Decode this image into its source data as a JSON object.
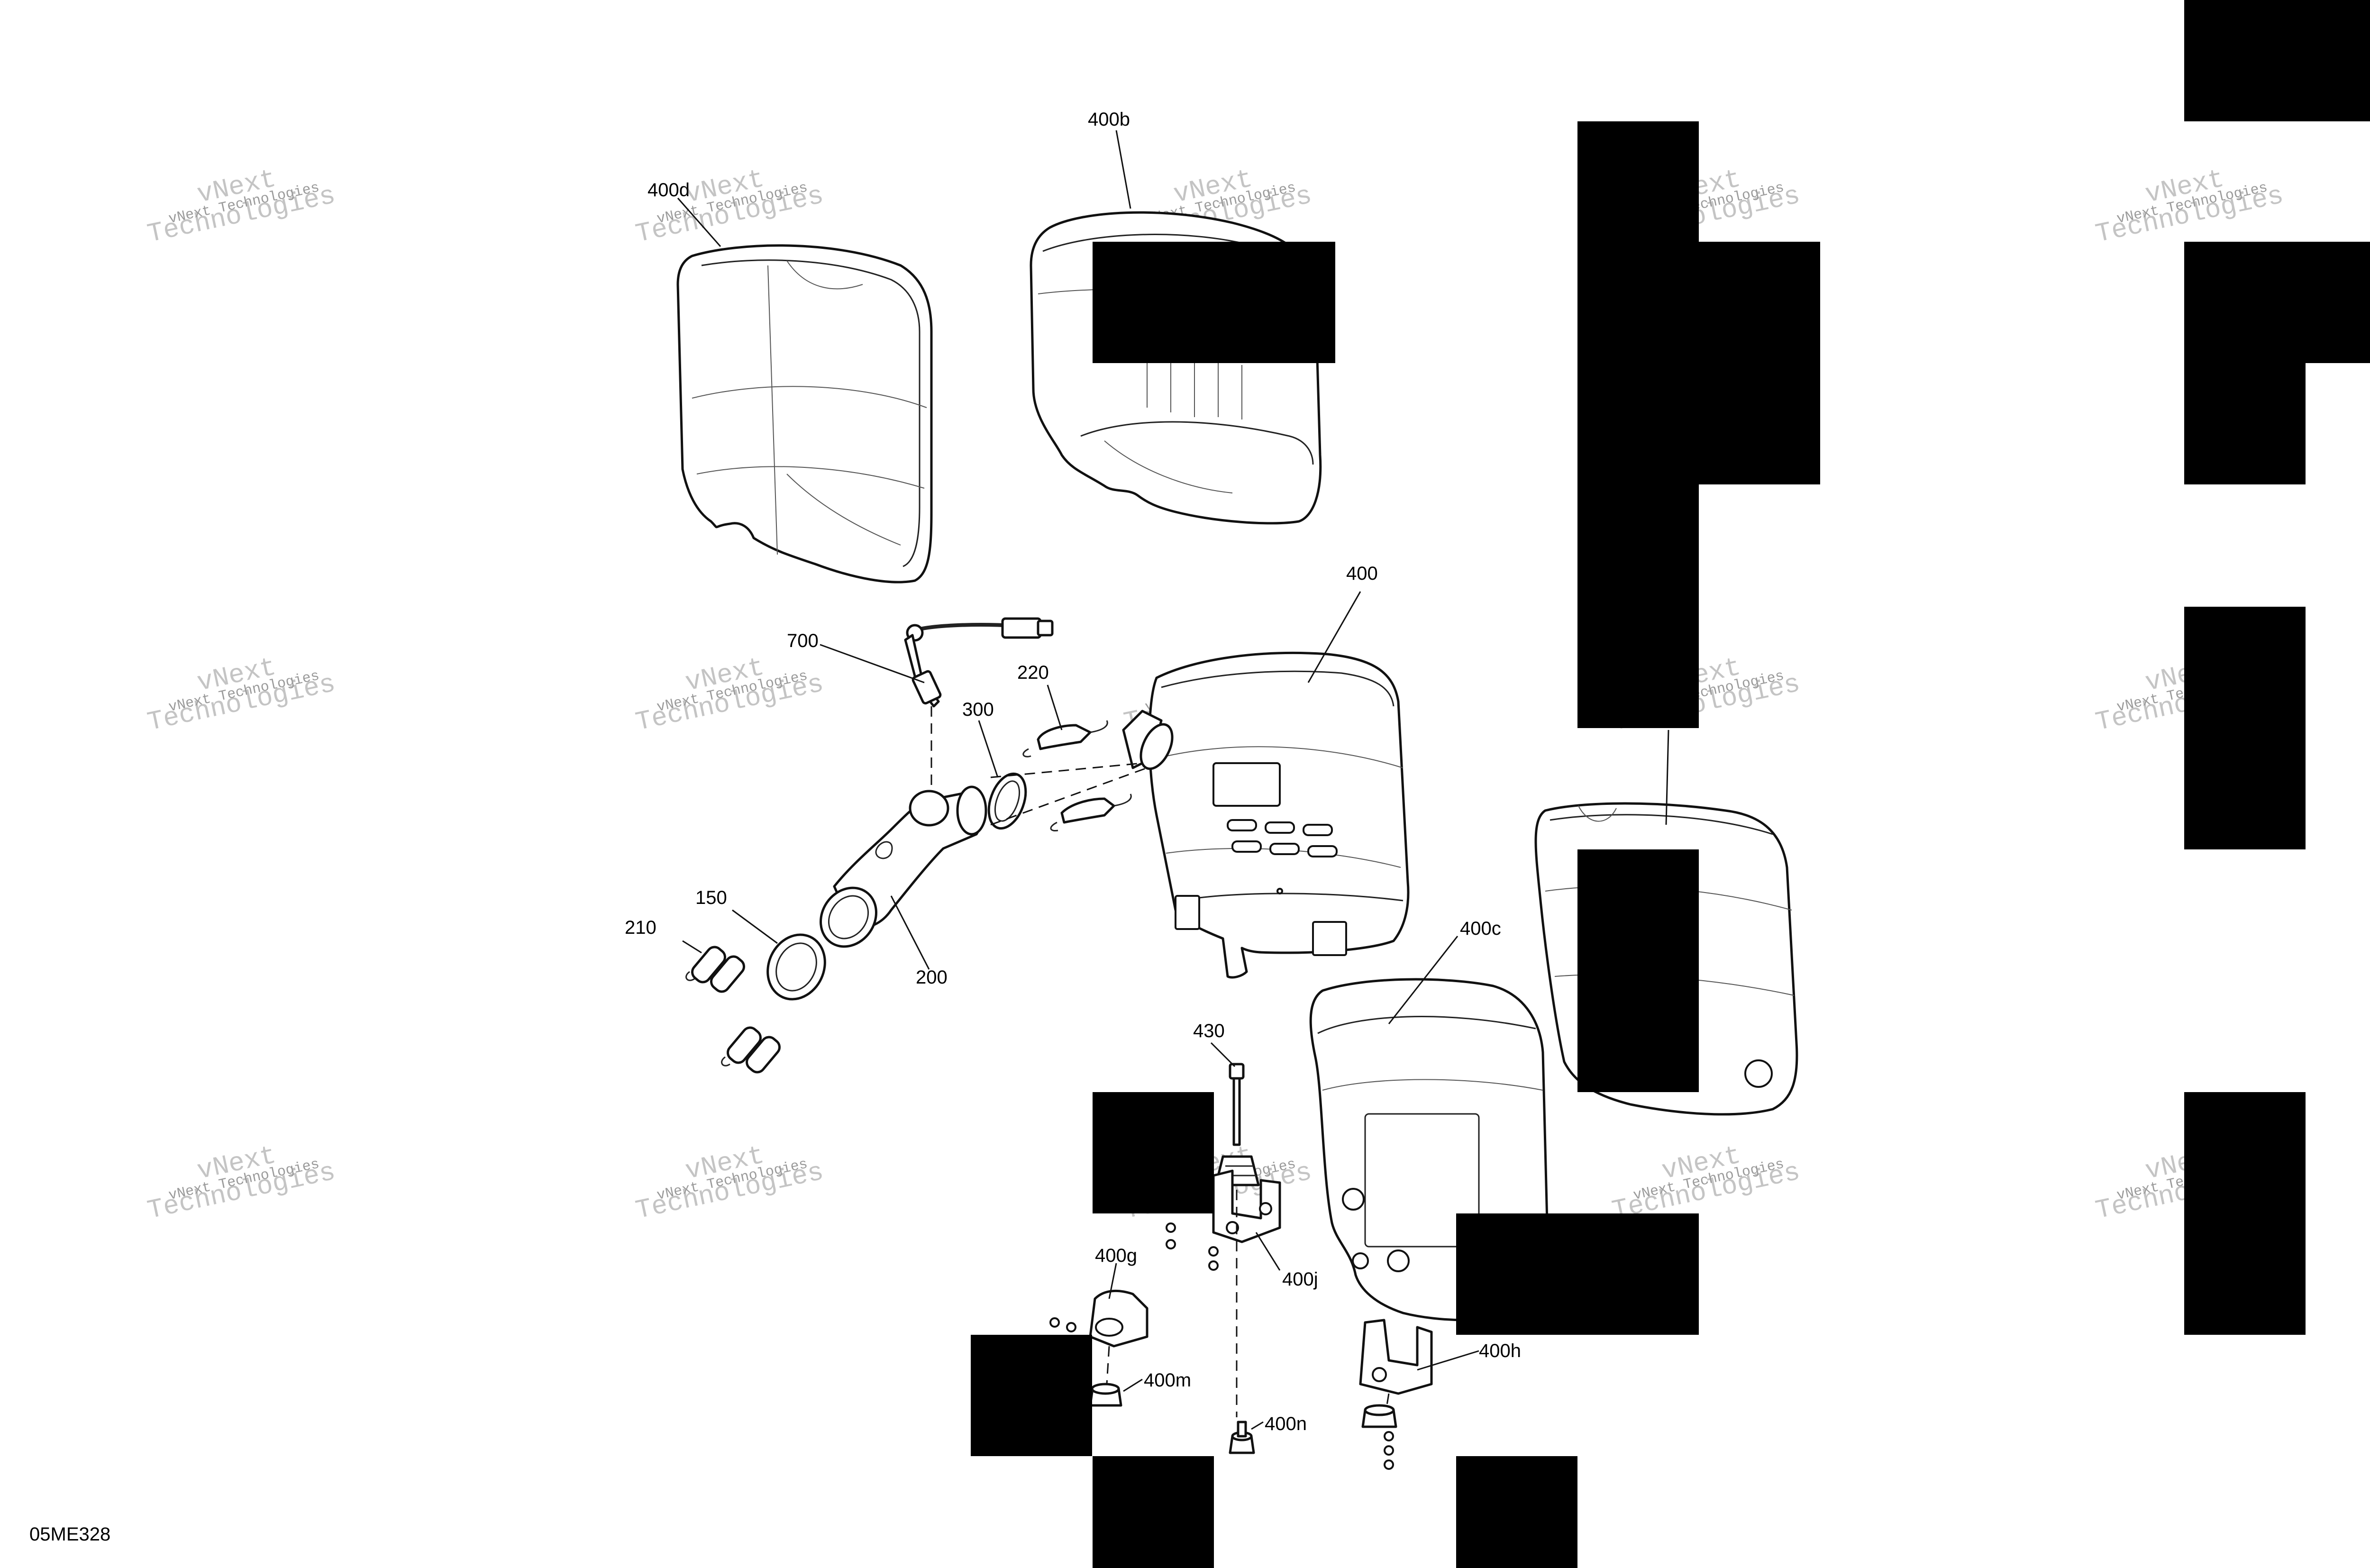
{
  "diagram": {
    "drawing_code": "05ME328",
    "callouts": [
      "400d",
      "400b",
      "400",
      "700",
      "220",
      "300",
      "210",
      "150",
      "200",
      "400c",
      "430",
      "400g",
      "400j",
      "400h",
      "400m",
      "400n"
    ],
    "watermark": {
      "line1": "vNext Technologies",
      "line2": "Technologies",
      "line3": "vNext"
    }
  }
}
